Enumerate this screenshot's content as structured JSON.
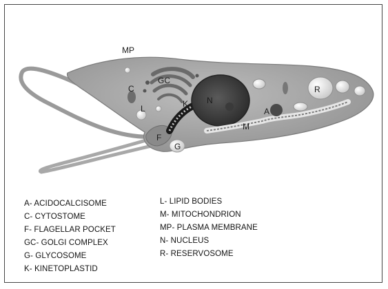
{
  "labels": {
    "mp": "MP",
    "gc": "GC",
    "c": "C",
    "l": "L",
    "k": "K",
    "n": "N",
    "a": "A",
    "m": "M",
    "r": "R",
    "f": "F",
    "g": "G"
  },
  "legend": {
    "left": [
      "A- ACIDOCALCISOME",
      "C- CYTOSTOME",
      "F- FLAGELLAR POCKET",
      "GC- GOLGI COMPLEX",
      "G- GLYCOSOME",
      "K- KINETOPLASTID"
    ],
    "right": [
      "L- LIPID  BODIES",
      "M- MITOCHONDRION",
      "MP- PLASMA MEMBRANE",
      "N- NUCLEUS",
      "R- RESERVOSOME"
    ]
  }
}
